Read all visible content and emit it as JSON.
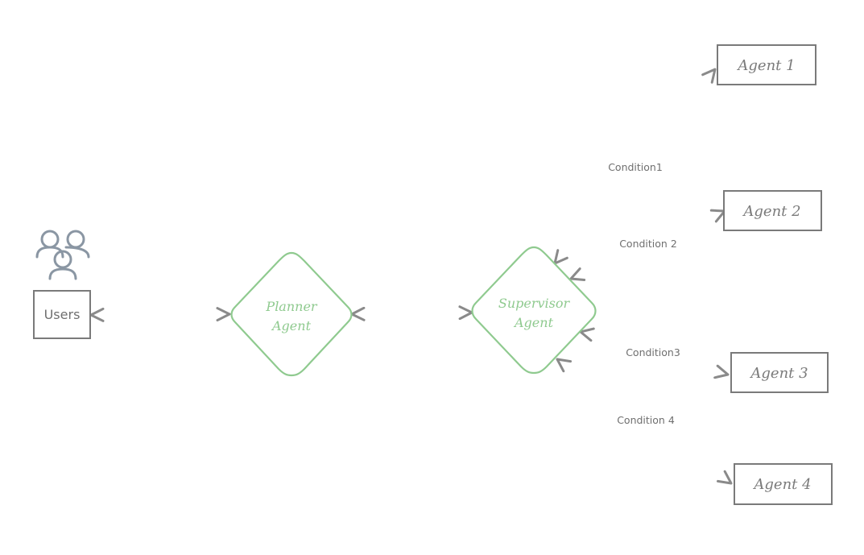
{
  "colors": {
    "edge": "#8a8a8a",
    "box_stroke": "#7a7a7a",
    "diamond_stroke": "#8fca8f",
    "diamond_text": "#8fca8f",
    "icon": "#8a96a3"
  },
  "nodes": {
    "users": {
      "label": "Users",
      "icon": "users-group-icon"
    },
    "planner": {
      "line1": "Planner",
      "line2": "Agent"
    },
    "supervisor": {
      "line1": "Supervisor",
      "line2": "Agent"
    },
    "agent1": {
      "label": "Agent 1"
    },
    "agent2": {
      "label": "Agent 2"
    },
    "agent3": {
      "label": "Agent 3"
    },
    "agent4": {
      "label": "Agent 4"
    }
  },
  "edges": {
    "users_planner": {
      "label": ""
    },
    "planner_supervisor": {
      "label": ""
    },
    "supervisor_agent1": {
      "label": "Condition1"
    },
    "supervisor_agent2": {
      "label": "Condition 2"
    },
    "supervisor_agent3": {
      "label": "Condition3"
    },
    "supervisor_agent4": {
      "label": "Condition 4"
    }
  }
}
